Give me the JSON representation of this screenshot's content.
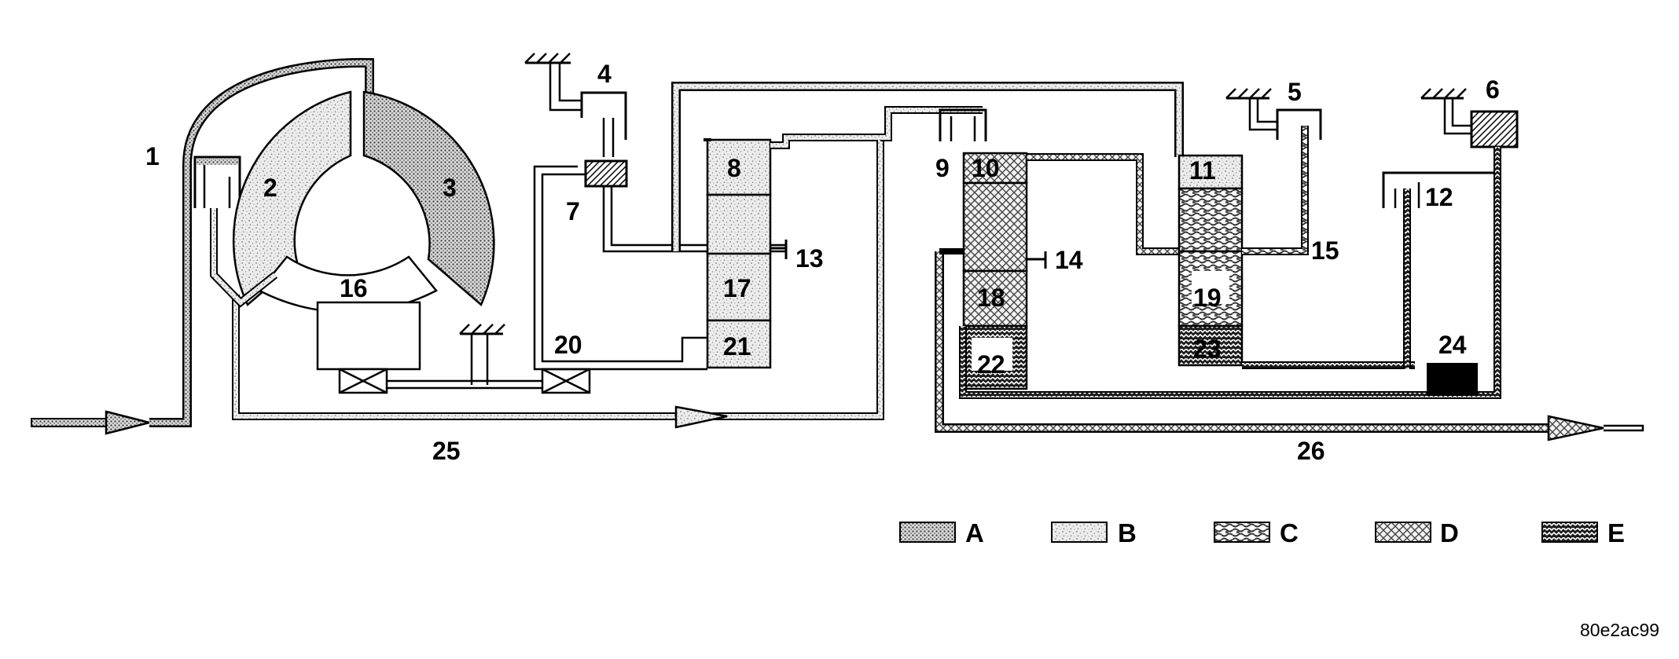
{
  "callouts": [
    "1",
    "2",
    "3",
    "4",
    "5",
    "6",
    "7",
    "8",
    "9",
    "10",
    "11",
    "12",
    "13",
    "14",
    "15",
    "16",
    "17",
    "18",
    "19",
    "20",
    "21",
    "22",
    "23",
    "24",
    "25",
    "26"
  ],
  "legend": {
    "items": [
      {
        "key": "A",
        "pattern": "dense-dots"
      },
      {
        "key": "B",
        "pattern": "light-speckle"
      },
      {
        "key": "C",
        "pattern": "wavy-check"
      },
      {
        "key": "D",
        "pattern": "diamond-mesh"
      },
      {
        "key": "E",
        "pattern": "dark-zigzag"
      }
    ]
  },
  "reference_code": "80e2ac99",
  "colors": {
    "line": "#000000",
    "background": "#ffffff",
    "solid_block": "#000000"
  }
}
